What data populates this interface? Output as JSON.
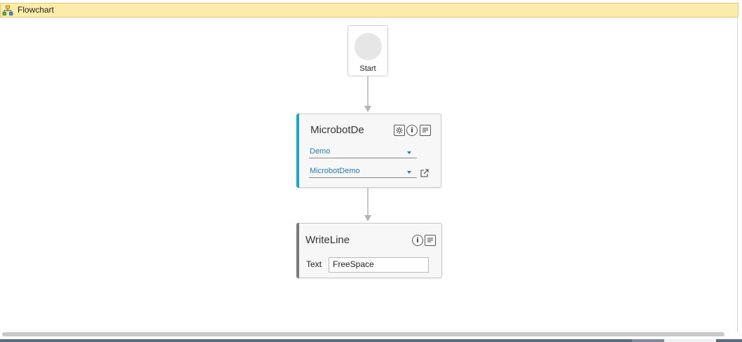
{
  "header": {
    "title": "Flowchart",
    "icon": "flowchart-icon"
  },
  "start": {
    "label": "Start"
  },
  "microbot": {
    "title": "MicrobotDe",
    "accent_color": "#1aa6c5",
    "combo1": {
      "value": "Demo"
    },
    "combo2": {
      "value": "MicrobotDemo"
    },
    "icons": [
      "settings-icon",
      "info-icon",
      "annotation-icon",
      "open-external-icon"
    ]
  },
  "writeline": {
    "title": "WriteLine",
    "accent_color": "#7a7a7a",
    "text_label": "Text",
    "text_value": "FreeSpace",
    "icons": [
      "info-icon",
      "annotation-icon"
    ]
  }
}
